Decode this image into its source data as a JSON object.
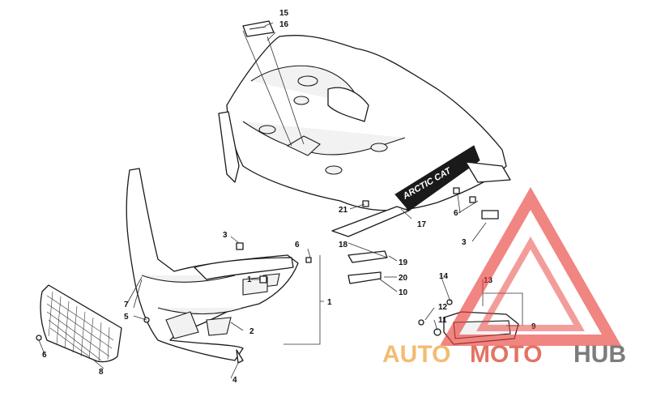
{
  "diagram": {
    "callouts": [
      "15",
      "16",
      "6",
      "17",
      "3",
      "14",
      "13",
      "12",
      "11",
      "9",
      "18",
      "19",
      "20",
      "10",
      "21",
      "1",
      "2",
      "3",
      "4",
      "5",
      "7",
      "6",
      "8"
    ],
    "decal_text": "ARCTIC CAT"
  },
  "watermark": {
    "part1": "AUTO",
    "part2": "MOTO",
    "part3": "HUB",
    "colors": {
      "auto": "#f2b15a",
      "moto": "#e05a4a",
      "hub": "#666666",
      "triangle": "#e8403a"
    }
  }
}
